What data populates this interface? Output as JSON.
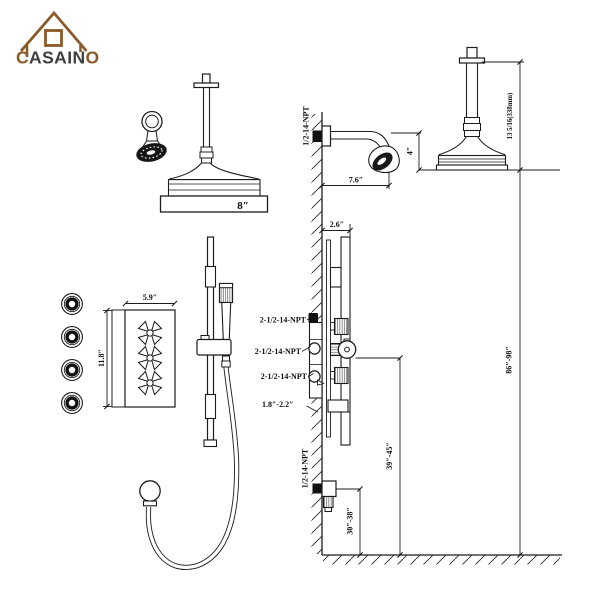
{
  "brand": {
    "first": "C",
    "mid": "ASAIN",
    "last": "O"
  },
  "front": {
    "rain_head_diameter": "8″",
    "jet_panel": {
      "width": "5.9″",
      "height": "11.8″"
    }
  },
  "side": {
    "shower_arm_thread": "1/2-14-NPT",
    "arm_reach": "7.6″",
    "arm_drop": "4″",
    "ceiling_head_drop": "13 5/16(338mm)",
    "bar_offset": "2.6″",
    "valve_port_threads": [
      "2-1/2-14-NPT",
      "2-1/2-14-NPT",
      "2-1/2-14-NPT"
    ],
    "valve_depth": "1.8″-2.2″",
    "outlet_thread": "1/2-14-NPT",
    "outlet_height": "30″-38″",
    "valve_height": "39″-45″",
    "head_height": "86″-98″"
  },
  "colors": {
    "brand_brown": "#8a5a28",
    "brand_dark": "#3e3e3e",
    "line": "#1c1c1c"
  }
}
